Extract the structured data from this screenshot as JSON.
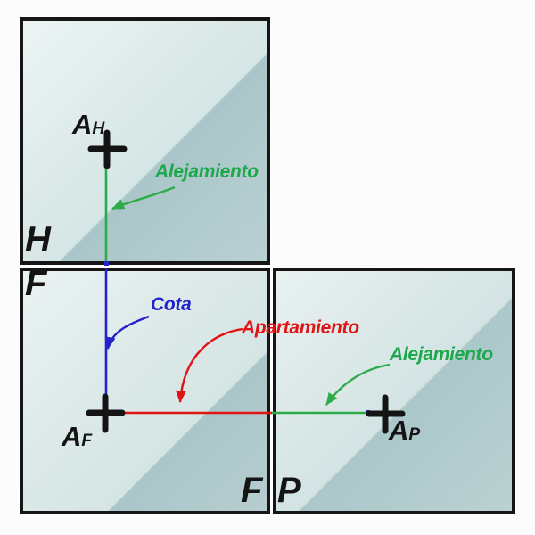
{
  "diagram": {
    "type": "descriptive-geometry-point-projections",
    "planes": {
      "h": {
        "label": "H"
      },
      "f_top": {
        "label": "F"
      },
      "f_bottom": {
        "label": "F"
      },
      "p": {
        "label": "P"
      }
    },
    "points": {
      "ah": {
        "base": "A",
        "sub": "H"
      },
      "af": {
        "base": "A",
        "sub": "F"
      },
      "ap": {
        "base": "A",
        "sub": "P"
      }
    },
    "annotations": {
      "alejamiento_h": {
        "label": "Alejamiento",
        "color": "#1ca84b"
      },
      "cota": {
        "label": "Cota",
        "color": "#2323cb"
      },
      "apartamiento": {
        "label": "Apartamiento",
        "color": "#e11414"
      },
      "alejamiento_p": {
        "label": "Alejamiento",
        "color": "#1ca84b"
      }
    },
    "colors": {
      "green_line": "#2cab4a",
      "blue_line": "#2323cb",
      "red_line": "#e11414",
      "cross_black": "#141414",
      "panel_border": "#161616",
      "glass_light": "#eaf2f2",
      "glass_dark": "#a9c6c9",
      "background": "#fcfcfc"
    }
  }
}
